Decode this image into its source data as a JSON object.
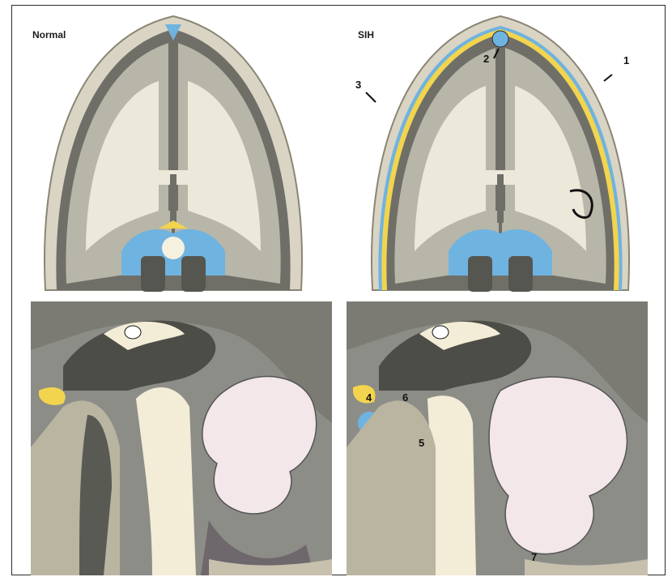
{
  "titles": {
    "normal": "Normal",
    "sih": "SIH"
  },
  "labels": {
    "n1": "1",
    "n2": "2",
    "n3": "3",
    "n4": "4",
    "n5": "5",
    "n6": "6",
    "n7": "7"
  },
  "colors": {
    "skull": "#d9d4c3",
    "dura_dark": "#7b7b73",
    "gray_matter": "#b8b6a8",
    "white_matter": "#ece8da",
    "csf": "#6fb3e0",
    "yellow": "#f2d44e",
    "cerebellum": "#f3e7ea",
    "background_gray": "#8d8d88"
  }
}
